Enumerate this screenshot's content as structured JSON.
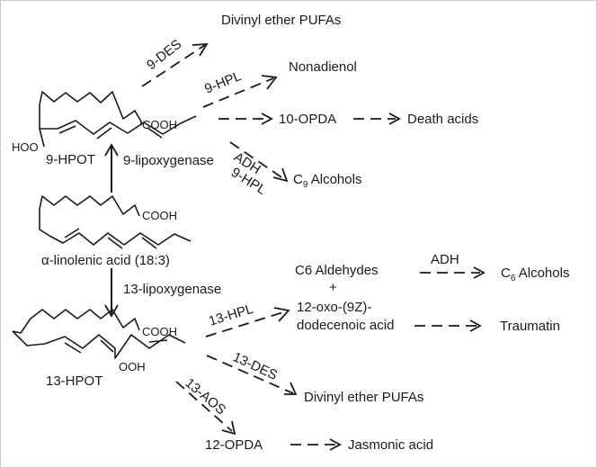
{
  "frame_color": "#cccccc",
  "molecules": {
    "hpot9": {
      "cooh": "COOH",
      "ooh": "HOO",
      "name": "9-HPOT"
    },
    "ala": {
      "cooh": "COOH",
      "name": "α-linolenic acid (18:3)"
    },
    "hpot13": {
      "cooh": "COOH",
      "ooh": "OOH",
      "name": "13-HPOT"
    }
  },
  "enzymes": {
    "des9": "9-DES",
    "hpl9": "9-HPL",
    "lox9": "9-lipoxygenase",
    "adh_upper": "ADH",
    "hpl9_lower": "9-HPL",
    "lox13": "13-lipoxygenase",
    "adh_right": "ADH",
    "hpl13": "13-HPL",
    "des13": "13-DES",
    "aos13": "13-AOS"
  },
  "products": {
    "divinyl_top": "Divinyl ether PUFAs",
    "nonadienol": "Nonadienol",
    "opda10": "10-OPDA",
    "death_acids": "Death acids",
    "c9_prefix": "C",
    "c9_sub": "9",
    "c9_suffix": " Alcohols",
    "c6_aldehydes": "C6 Aldehydes",
    "plus": "+",
    "oxo_line1": "12-oxo-(9Z)-",
    "oxo_line2": "dodecenoic acid",
    "c6_prefix": "C",
    "c6_sub": "6",
    "c6_suffix": " Alcohols",
    "traumatin": "Traumatin",
    "divinyl_bottom": "Divinyl ether PUFAs",
    "opda12": "12-OPDA",
    "jasmonic": "Jasmonic acid"
  }
}
